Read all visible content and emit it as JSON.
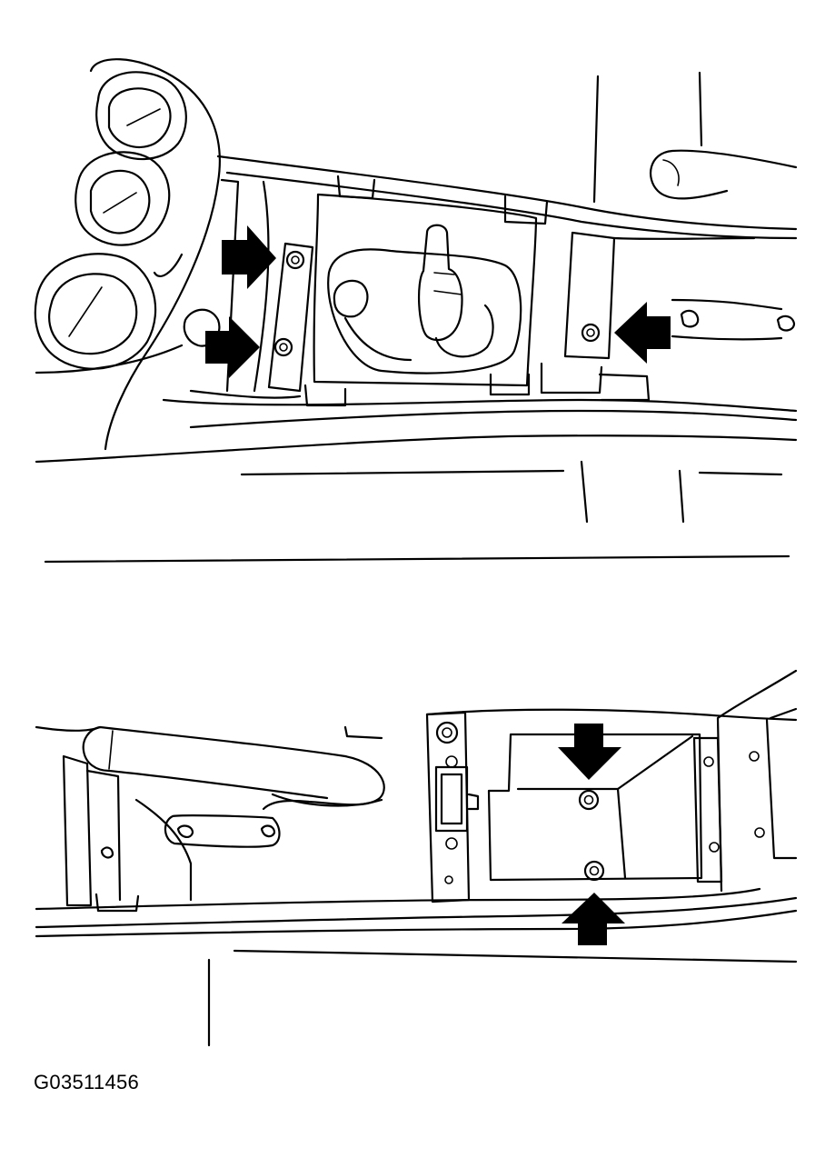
{
  "figure": {
    "code": "G03511456",
    "colors": {
      "line": "#000000",
      "background": "#ffffff",
      "arrow": "#000000"
    }
  },
  "views": [
    {
      "id": "upper",
      "fasteners_indicated": 3
    },
    {
      "id": "lower",
      "fasteners_indicated": 2
    }
  ]
}
